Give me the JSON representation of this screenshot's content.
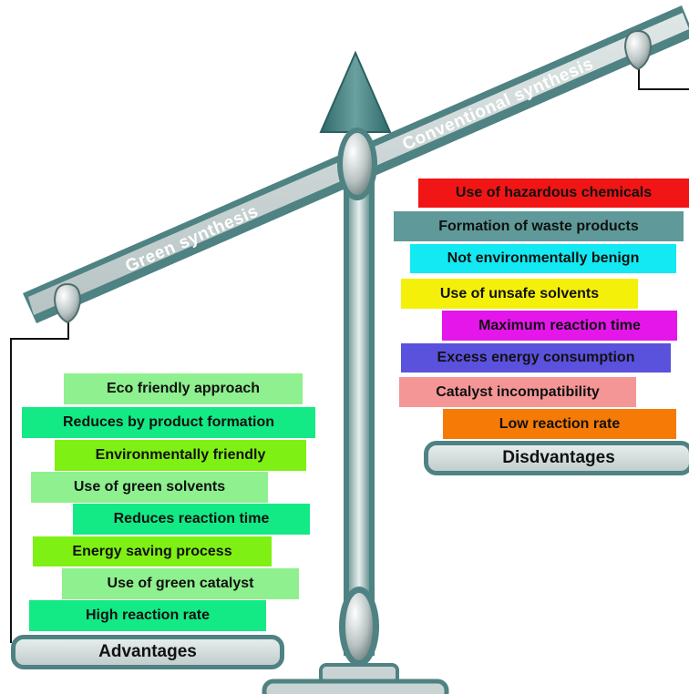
{
  "beam": {
    "left_label": "Green synthesis",
    "right_label": "Conventional synthesis"
  },
  "advantages": {
    "title": "Advantages",
    "items": [
      {
        "label": "Eco friendly approach",
        "color": "#8ef08e"
      },
      {
        "label": "Reduces by product formation",
        "color": "#13ea85"
      },
      {
        "label": "Environmentally friendly",
        "color": "#7ff014"
      },
      {
        "label": "Use of green solvents",
        "color": "#8ef08e"
      },
      {
        "label": "Reduces reaction time",
        "color": "#13ea85"
      },
      {
        "label": "Energy saving process",
        "color": "#7ff014"
      },
      {
        "label": "Use of green catalyst",
        "color": "#8ef08e"
      },
      {
        "label": "High reaction rate",
        "color": "#13ea85"
      }
    ]
  },
  "disadvantages": {
    "title": "Disdvantages",
    "items": [
      {
        "label": "Use of hazardous chemicals",
        "color": "#f21515"
      },
      {
        "label": "Formation of waste products",
        "color": "#5f9999"
      },
      {
        "label": "Not environmentally benign",
        "color": "#13e9f2"
      },
      {
        "label": "Use of unsafe solvents",
        "color": "#f5f00a"
      },
      {
        "label": "Maximum reaction time",
        "color": "#e416ea"
      },
      {
        "label": "Excess energy consumption",
        "color": "#5a51dc"
      },
      {
        "label": "Catalyst incompatibility",
        "color": "#f59696"
      },
      {
        "label": "Low reaction rate",
        "color": "#f57a06"
      }
    ]
  },
  "colors": {
    "frame": "#4f8282",
    "metal": "#c9d3d3"
  }
}
